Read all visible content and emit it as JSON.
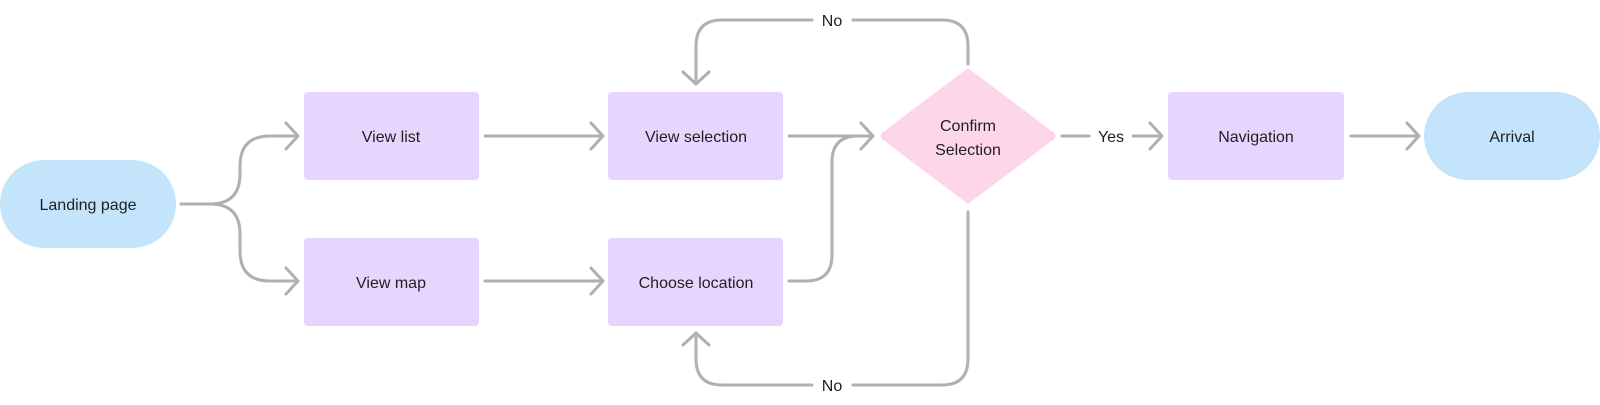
{
  "colors": {
    "terminal_fill": "#c3e4fa",
    "process_fill": "#e6d6fd",
    "decision_fill": "#fdd6ea",
    "connector": "#b0b0b0",
    "text": "#1f1f1f",
    "background": "#ffffff"
  },
  "nodes": {
    "landing_page": "Landing page",
    "view_list": "View list",
    "view_map": "View map",
    "view_selection": "View selection",
    "choose_location": "Choose location",
    "confirm_selection_line1": "Confirm",
    "confirm_selection_line2": "Selection",
    "navigation": "Navigation",
    "arrival": "Arrival"
  },
  "edges": {
    "no_top": "No",
    "no_bottom": "No",
    "yes": "Yes"
  }
}
